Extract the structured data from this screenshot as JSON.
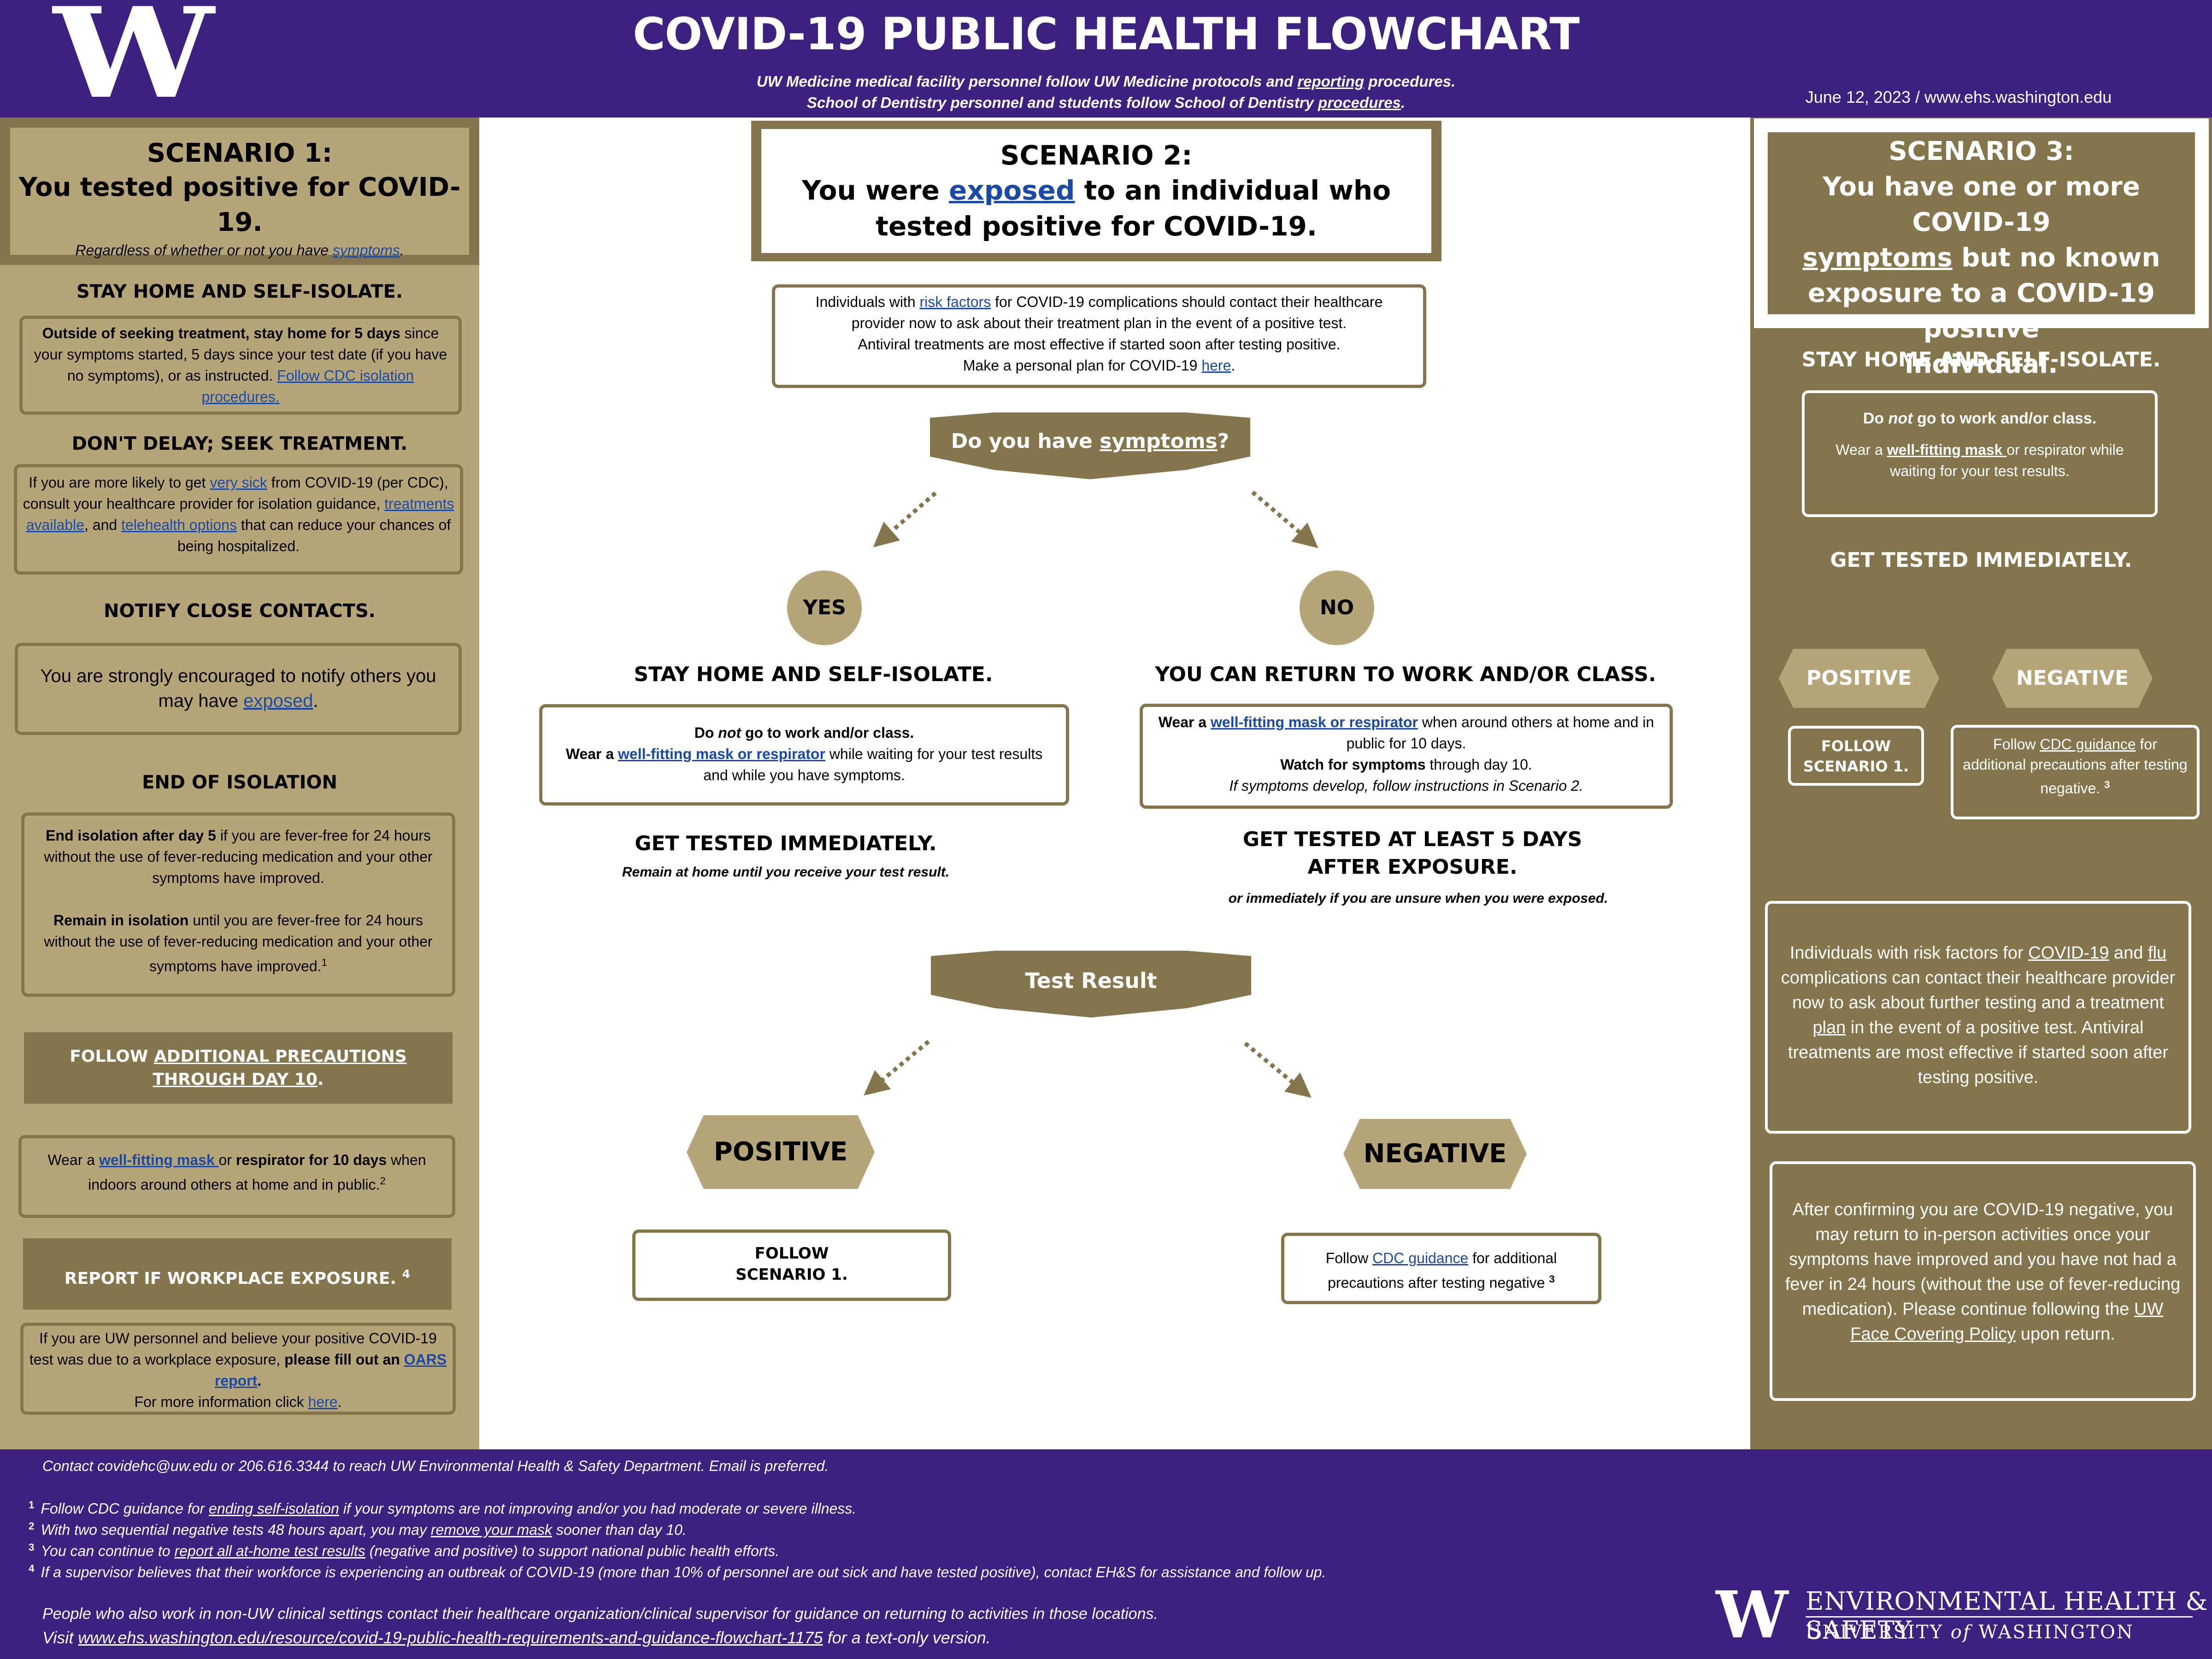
{
  "header": {
    "logo": "W",
    "title": "COVID-19 PUBLIC HEALTH FLOWCHART",
    "sub1a": "UW Medicine medical facility personnel follow UW Medicine protocols and ",
    "sub1link": "reporting",
    "sub1b": " procedures.",
    "sub2a": "School of Dentistry personnel and students follow School of Dentistry ",
    "sub2link": "procedures",
    "sub2b": ".",
    "date": "June 12, 2023 / www.ehs.washington.edu"
  },
  "s1": {
    "label": "SCENARIO 1:",
    "title": "You tested positive for COVID-19.",
    "sub_a": "Regardless of whether or not you have ",
    "sub_link": "symptoms",
    "sub_b": ".",
    "h1": "STAY HOME AND SELF-ISOLATE.",
    "b1_bold": "Outside of seeking treatment, stay home for 5 days",
    "b1_text": " since your symptoms started, 5 days since your test date (if you have no symptoms), or as instructed.",
    "b1_link": "Follow CDC isolation procedures.",
    "h2": "DON'T DELAY; SEEK TREATMENT.",
    "b2_a": "If you are more likely to get ",
    "b2_l1": "very sick",
    "b2_b": " from COVID-19 (per CDC), consult your healthcare provider for isolation guidance, ",
    "b2_l2": "treatments available",
    "b2_c": ", and ",
    "b2_l3": "telehealth options",
    "b2_d": " that can reduce your chances of being hospitalized.",
    "h3": "NOTIFY CLOSE CONTACTS.",
    "b3_a": "You are strongly encouraged to notify others you may have ",
    "b3_link": "exposed",
    "b3_b": ".",
    "h4": "END OF ISOLATION",
    "b4_bold1": "End isolation after day 5",
    "b4_t1": " if you are fever-free for 24 hours without the use of fever-reducing medication and your other symptoms have improved.",
    "b4_bold2": "Remain in isolation",
    "b4_t2": " until you are fever-free for 24 hours without the use of fever-reducing medication and your other symptoms have improved.",
    "b4_sup": "1",
    "ban1_a": "FOLLOW ",
    "ban1_link": "ADDITIONAL PRECAUTIONS THROUGH DAY 10",
    "ban1_b": ".",
    "b5_a": "Wear a ",
    "b5_link": "well-fitting mask ",
    "b5_b": "or ",
    "b5_bold": "respirator for 10 days",
    "b5_c": " when indoors around others at home and in public.",
    "b5_sup": "2",
    "ban2": "REPORT IF WORKPLACE EXPOSURE.",
    "ban2_sup": "4",
    "b6_a": "If you are UW personnel and believe your positive COVID-19 test was due to a workplace exposure, ",
    "b6_bold": "please fill out an ",
    "b6_link": "OARS report",
    "b6_b": ".",
    "b6_c": "For more information click ",
    "b6_link2": "here",
    "b6_d": "."
  },
  "s2": {
    "label": "SCENARIO 2:",
    "title_a": "You were ",
    "title_link": "exposed",
    "title_b": " to an individual who tested positive for COVID-19.",
    "risk_a": "Individuals with ",
    "risk_link": "risk factors",
    "risk_b": " for COVID-19 complications should contact their healthcare provider now to ask about their treatment plan in the event of a positive test.",
    "risk_c": "Antiviral treatments are most effective if started soon after testing positive.",
    "risk_d": "Make a personal plan for COVID-19 ",
    "risk_link2": "here",
    "risk_e": ".",
    "q_a": "Do you have ",
    "q_link": "symptoms",
    "q_b": "?",
    "yes": "YES",
    "no": "NO",
    "yes_head": "STAY HOME AND SELF-ISOLATE.",
    "yes_b1a": "Do ",
    "yes_b1i": "not",
    "yes_b1b": " go to work and/or class.",
    "yes_b2a": "Wear a ",
    "yes_b2link": "well-fitting mask or respirator",
    "yes_b2b": " while waiting for your test results and while you have symptoms.",
    "no_head": "YOU CAN RETURN TO WORK AND/OR CLASS.",
    "no_b1a": "Wear a ",
    "no_b1link": "well-fitting mask or respirator",
    "no_b1b": " when around others at home and in public for 10 days.",
    "no_b2bold": "Watch for symptoms",
    "no_b2b": " through day 10.",
    "no_b3": "If symptoms develop, follow instructions in Scenario 2.",
    "test_now": "GET TESTED IMMEDIATELY.",
    "test_now_sub": "Remain at home until you receive your test result.",
    "test_later1": "GET TESTED AT LEAST 5 DAYS",
    "test_later2": "AFTER EXPOSURE.",
    "test_later_sub": "or immediately if you are unsure when you were exposed.",
    "result": "Test Result",
    "positive": "POSITIVE",
    "negative": "NEGATIVE",
    "pos_box1": "FOLLOW",
    "pos_box2": "SCENARIO 1.",
    "neg_a": "Follow ",
    "neg_link": "CDC guidance",
    "neg_b": " for additional precautions after testing negative",
    "neg_sup": "3"
  },
  "s3": {
    "label": "SCENARIO 3:",
    "t1": "You have one or more COVID-19",
    "t2link": "symptoms",
    "t2b": " but no known",
    "t3": "exposure to a COVID-19 positive",
    "t4": "individual.",
    "h1": "STAY HOME AND SELF-ISOLATE.",
    "b1a": "Do ",
    "b1i": "not",
    "b1b": " go to work and/or class.",
    "b2a": "Wear a ",
    "b2link": "well-fitting mask ",
    "b2b": "or respirator while waiting for your test results.",
    "h2": "GET TESTED IMMEDIATELY.",
    "positive": "POSITIVE",
    "negative": "NEGATIVE",
    "pos1": "FOLLOW",
    "pos2": "SCENARIO 1.",
    "neg_a": "Follow ",
    "neg_link": "CDC guidance",
    "neg_b": " for additional precautions after testing negative.",
    "neg_sup": "3",
    "info_a": "Individuals with risk factors for ",
    "info_l1": "COVID-19",
    "info_b": " and ",
    "info_l2": "flu",
    "info_c": " complications can contact their healthcare provider now to ask about further testing and a treatment ",
    "info_l3": "plan",
    "info_d": " in the event of a positive test. Antiviral treatments are most effective if started soon after testing positive.",
    "ret_a": "After confirming you are COVID-19 negative, you may return to in-person activities once your symptoms have improved and you have not had a fever in 24 hours (without the use of fever-reducing medication). Please continue following the ",
    "ret_link": "UW Face Covering Policy",
    "ret_b": " upon return."
  },
  "footer": {
    "contact": "Contact covidehc@uw.edu or 206.616.3344 to reach UW Environmental Health & Safety Department. Email is preferred.",
    "n1": "1",
    "f1a": "Follow CDC guidance for ",
    "f1link": "ending self-isolation",
    "f1b": " if your symptoms are not improving and/or you had moderate or severe illness.",
    "n2": "2",
    "f2a": "With two sequential negative tests 48 hours apart, you may ",
    "f2link": "remove your mask",
    "f2b": " sooner than day 10.",
    "n3": "3",
    "f3a": "You can continue to ",
    "f3link": "report all at-home test results",
    "f3b": " (negative and positive) to support national public health efforts.",
    "n4": "4",
    "f4": "If a supervisor believes that their workforce is experiencing an outbreak of COVID-19 (more than 10% of personnel are out sick and have tested positive), contact EH&S for assistance and follow up.",
    "other": "People who also work in non-UW clinical settings contact their healthcare organization/clinical supervisor for guidance on returning to activities in those locations.",
    "visit_a": "Visit ",
    "visit_link": "www.ehs.washington.edu/resource/covid-19-public-health-requirements-and-guidance-flowchart-1175",
    "visit_b": " for a text-only version.",
    "logo": "W",
    "ehs1": "ENVIRONMENTAL HEALTH & SAFETY",
    "ehs2a": "UNIVERSITY ",
    "ehs2i": "of",
    "ehs2b": " WASHINGTON"
  },
  "colors": {
    "purple": "#3d2180",
    "gold": "#b7a57a",
    "dark_gold": "#85754d",
    "link": "#1a4aa8"
  }
}
